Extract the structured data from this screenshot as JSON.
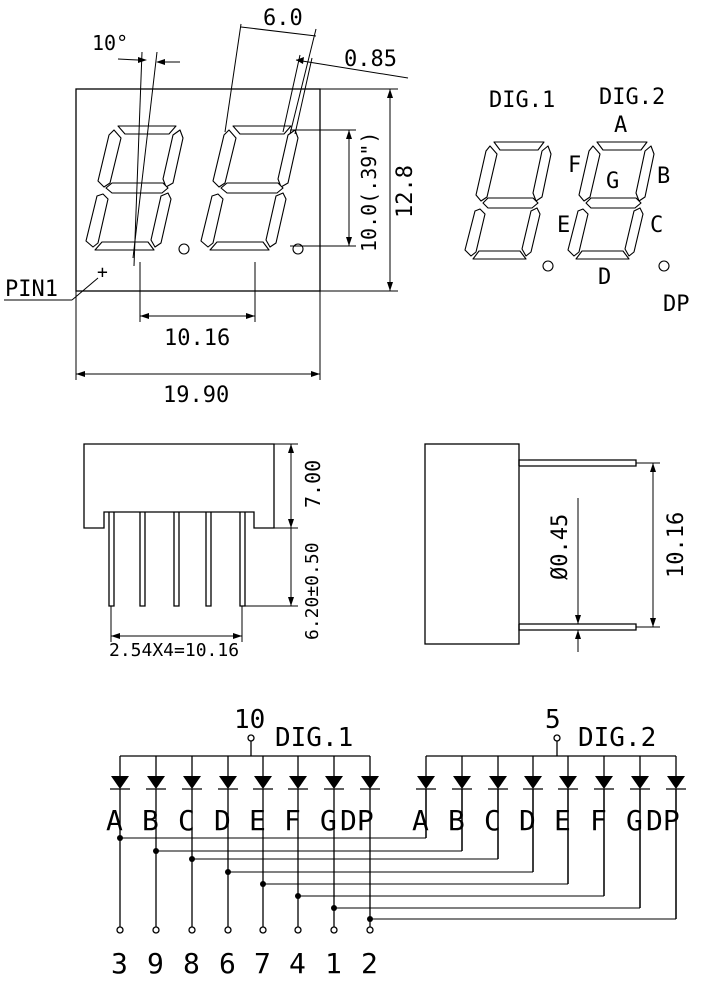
{
  "front_view": {
    "angle_label": "10°",
    "seg_width_label": "6.0",
    "dp_label": "0.85",
    "height_label": "12.8",
    "digit_height_label": "10.0(.39\")",
    "pitch_label": "10.16",
    "width_label": "19.90",
    "pin1_label": "PIN1",
    "pin1_mark": "+"
  },
  "segment_map": {
    "dig1_label": "DIG.1",
    "dig2_label": "DIG.2",
    "segments": [
      "A",
      "B",
      "C",
      "D",
      "E",
      "F",
      "G"
    ],
    "dp_label": "DP"
  },
  "side_view": {
    "body_height_label": "7.00",
    "pin_length_label": "6.20±0.50",
    "pin_span_label": "2.54X4=10.16"
  },
  "end_view": {
    "pin_dia_label": "Ø0.45",
    "row_spacing_label": "10.16"
  },
  "schematic": {
    "dig1": {
      "pin": "10",
      "label": "DIG.1"
    },
    "dig2": {
      "pin": "5",
      "label": "DIG.2"
    },
    "segment_labels": [
      "A",
      "B",
      "C",
      "D",
      "E",
      "F",
      "G",
      "DP"
    ],
    "pins": [
      "3",
      "9",
      "8",
      "6",
      "7",
      "4",
      "1",
      "2"
    ]
  }
}
